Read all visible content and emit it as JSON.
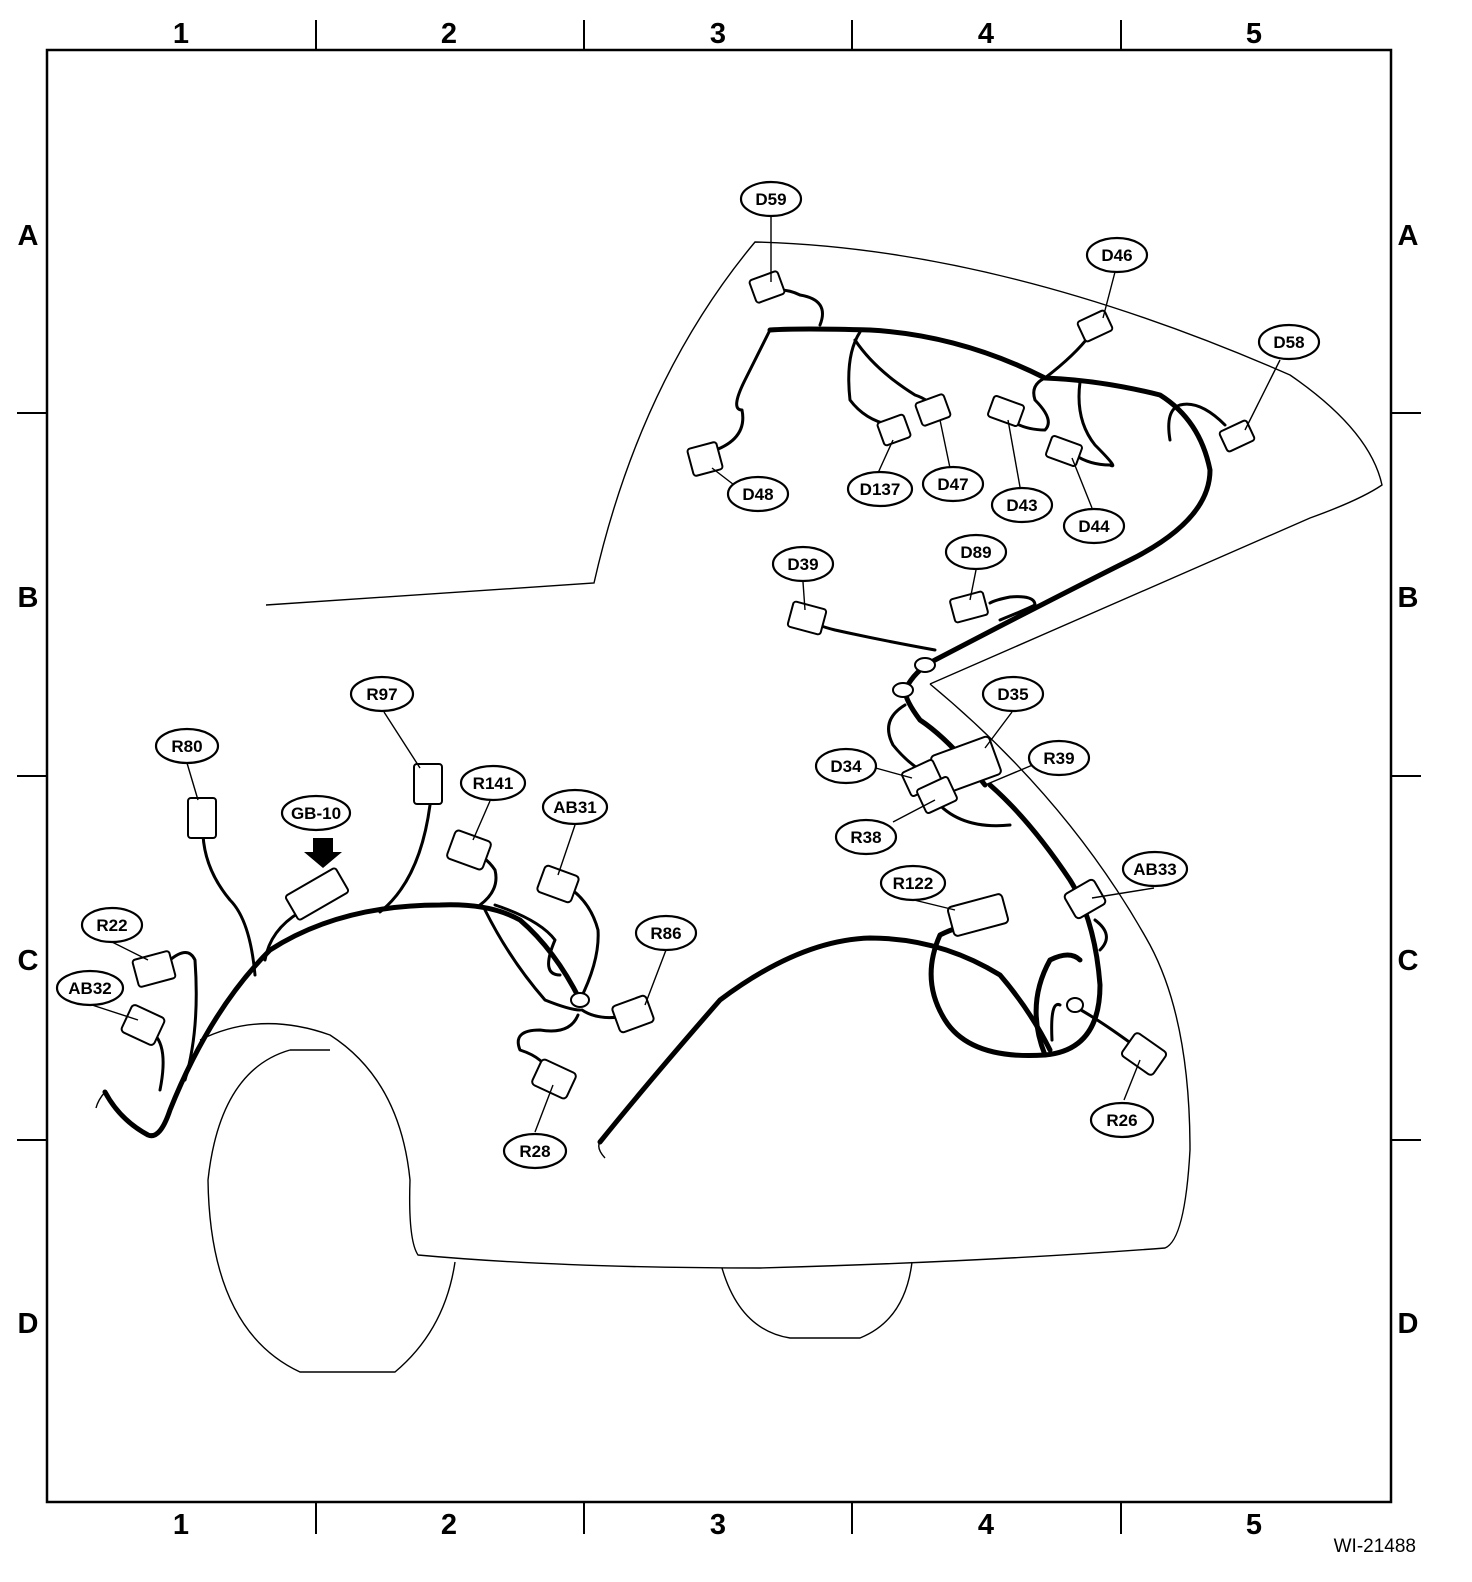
{
  "grid": {
    "columns": [
      "1",
      "2",
      "3",
      "4",
      "5"
    ],
    "rows": [
      "A",
      "B",
      "C",
      "D"
    ]
  },
  "connectors": [
    {
      "id": "D59"
    },
    {
      "id": "D46"
    },
    {
      "id": "D58"
    },
    {
      "id": "D48"
    },
    {
      "id": "D137"
    },
    {
      "id": "D47"
    },
    {
      "id": "D43"
    },
    {
      "id": "D44"
    },
    {
      "id": "D39"
    },
    {
      "id": "D89"
    },
    {
      "id": "D35"
    },
    {
      "id": "D34"
    },
    {
      "id": "R39"
    },
    {
      "id": "R38"
    },
    {
      "id": "R97"
    },
    {
      "id": "R80"
    },
    {
      "id": "R141"
    },
    {
      "id": "AB31"
    },
    {
      "id": "GB-10"
    },
    {
      "id": "R22"
    },
    {
      "id": "AB32"
    },
    {
      "id": "R86"
    },
    {
      "id": "R28"
    },
    {
      "id": "R122"
    },
    {
      "id": "AB33"
    },
    {
      "id": "R26"
    }
  ],
  "figure_code": "WI-21488"
}
